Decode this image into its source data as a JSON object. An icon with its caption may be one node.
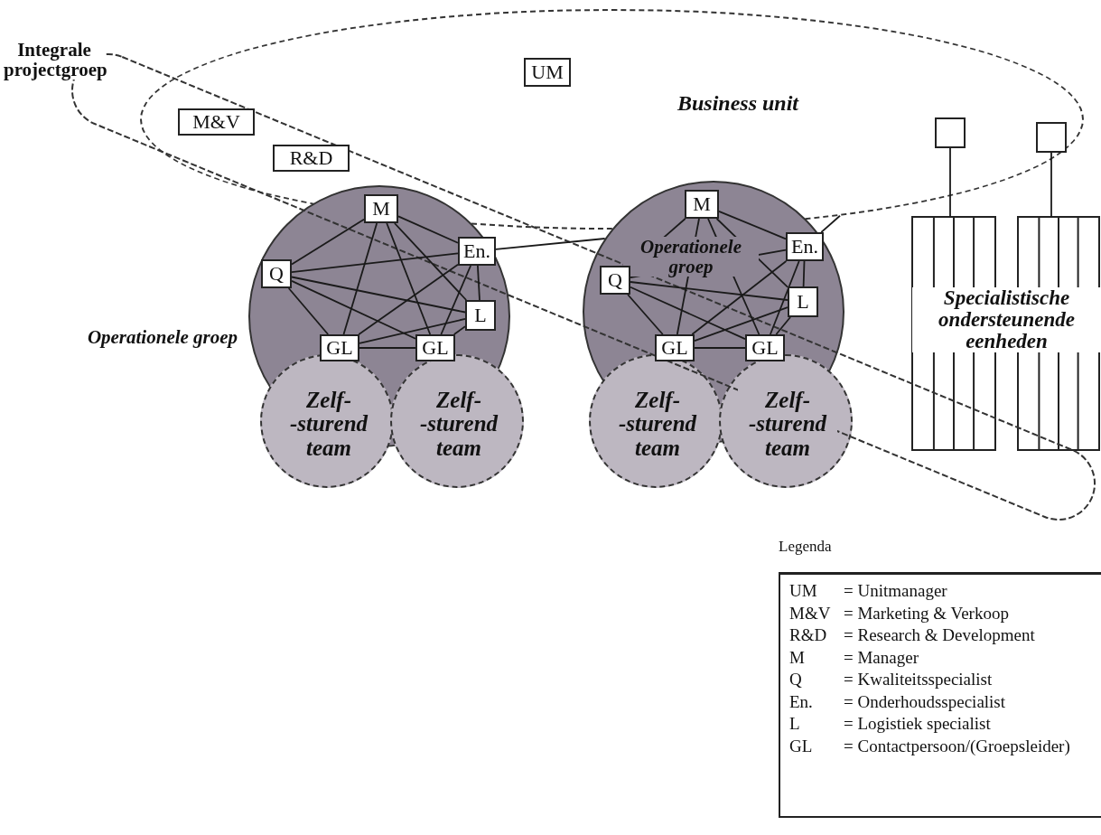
{
  "diagram": {
    "nodes": [
      {
        "text": [
          "Business unit"
        ]
      },
      {
        "text": [
          "UM"
        ],
        "in": 0
      },
      {
        "text": [
          "M&V"
        ],
        "in": 0
      },
      {
        "text": [
          "R&D"
        ],
        "in": 0
      },
      {
        "text": [],
        "shape": "box",
        "in": 0
      },
      {
        "text": [],
        "shape": "box",
        "in": 0
      },
      {
        "text": [
          "Operationele groep"
        ]
      },
      {
        "text": [
          "M"
        ]
      },
      {
        "text": [
          "Q"
        ],
        "in": 6
      },
      {
        "text": [
          "En."
        ],
        "in": 6
      },
      {
        "text": [
          "L"
        ],
        "in": 6
      },
      {
        "text": [
          "GL"
        ],
        "in": 6
      },
      {
        "text": [
          "GL"
        ],
        "in": 6
      },
      {
        "text": [
          "Zelf- -sturend team"
        ]
      },
      {
        "text": [
          "Zelf- -sturend team"
        ]
      },
      {
        "text": [
          "Operationele groep"
        ]
      },
      {
        "text": [
          "M"
        ]
      },
      {
        "text": [
          "Q"
        ],
        "in": 15
      },
      {
        "text": [
          "En."
        ],
        "in": 15
      },
      {
        "text": [
          "L"
        ],
        "in": 15
      },
      {
        "text": [
          "GL"
        ],
        "in": 15
      },
      {
        "text": [
          "GL"
        ],
        "in": 15
      },
      {
        "text": [
          "Zelf- -sturend team"
        ]
      },
      {
        "text": [
          "Zelf- -sturend team"
        ]
      },
      {
        "text": [
          "Specialistische ondersteunende eenheden"
        ]
      }
    ],
    "edges": [
      {
        "from": 7,
        "to": 8,
        "arrow": "none"
      },
      {
        "from": 7,
        "to": 9,
        "arrow": "none"
      },
      {
        "from": 7,
        "to": 10,
        "arrow": "none"
      },
      {
        "from": 7,
        "to": 11,
        "arrow": "none"
      },
      {
        "from": 7,
        "to": 12,
        "arrow": "none"
      },
      {
        "from": 8,
        "to": 9,
        "arrow": "none"
      },
      {
        "from": 8,
        "to": 10,
        "arrow": "none"
      },
      {
        "from": 8,
        "to": 11,
        "arrow": "none"
      },
      {
        "from": 8,
        "to": 12,
        "arrow": "none"
      },
      {
        "from": 9,
        "to": 10,
        "arrow": "none"
      },
      {
        "from": 9,
        "to": 11,
        "arrow": "none"
      },
      {
        "from": 9,
        "to": 12,
        "arrow": "none"
      },
      {
        "from": 10,
        "to": 11,
        "arrow": "none"
      },
      {
        "from": 10,
        "to": 12,
        "arrow": "none"
      },
      {
        "from": 11,
        "to": 12,
        "arrow": "none"
      },
      {
        "from": 16,
        "to": 17,
        "arrow": "none"
      },
      {
        "from": 16,
        "to": 18,
        "arrow": "none"
      },
      {
        "from": 16,
        "to": 19,
        "arrow": "none"
      },
      {
        "from": 16,
        "to": 20,
        "arrow": "none"
      },
      {
        "from": 16,
        "to": 21,
        "arrow": "none"
      },
      {
        "from": 17,
        "to": 18,
        "arrow": "none"
      },
      {
        "from": 17,
        "to": 19,
        "arrow": "none"
      },
      {
        "from": 17,
        "to": 20,
        "arrow": "none"
      },
      {
        "from": 17,
        "to": 21,
        "arrow": "none"
      },
      {
        "from": 18,
        "to": 19,
        "arrow": "none"
      },
      {
        "from": 18,
        "to": 20,
        "arrow": "none"
      },
      {
        "from": 18,
        "to": 21,
        "arrow": "none"
      },
      {
        "from": 19,
        "to": 20,
        "arrow": "none"
      },
      {
        "from": 19,
        "to": 21,
        "arrow": "none"
      },
      {
        "from": 20,
        "to": 21,
        "arrow": "none"
      },
      {
        "from": 9,
        "to": 15,
        "arrow": "none"
      },
      {
        "from": 18,
        "to": 0,
        "arrow": "none"
      },
      {
        "from": 4,
        "to": 24,
        "arrow": "none"
      },
      {
        "from": 5,
        "to": 24,
        "arrow": "none"
      }
    ],
    "labels": [
      "Integrale projectgroep",
      "Legenda",
      "UM",
      "= Unitmanager",
      "M&V",
      "= Marketing & Verkoop",
      "R&D",
      "= Research & Development",
      "M",
      "= Manager",
      "Q",
      "= Kwaliteitsspecialist",
      "En.",
      "= Onderhoudsspecialist",
      "L",
      "= Logistiek specialist",
      "GL",
      "= Contactpersoon/(Groepsleider)"
    ]
  }
}
